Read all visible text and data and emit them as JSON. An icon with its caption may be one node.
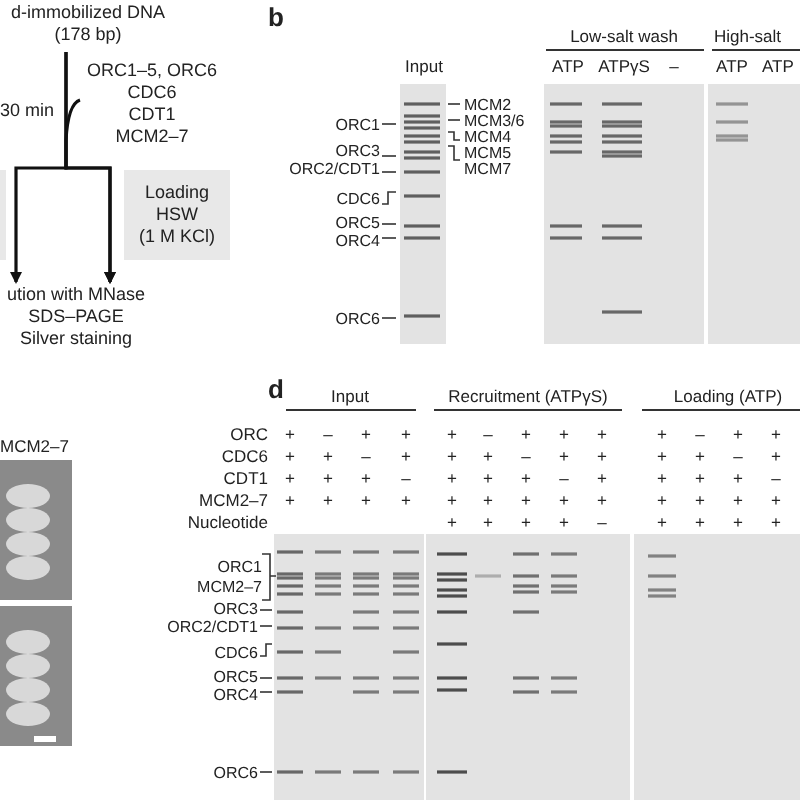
{
  "diagram": {
    "nodes": [
      {
        "text": [
          "d-immobilized DNA (178 bp)"
        ]
      },
      {
        "text": [
          "ORC1–5, ORC6 CDC6 CDT1 MCM2–7"
        ]
      },
      {
        "text": [
          "Loading HSW (1 M KCl)"
        ]
      },
      {
        "text": [
          "ution with MNase SDS–PAGE Silver staining"
        ]
      },
      {
        "text": [],
        "shape": "box"
      }
    ],
    "edges": [
      {
        "from": 0,
        "to": 3,
        "arrow": "to",
        "label": "30 min"
      },
      {
        "from": 0,
        "to": 3,
        "arrow": "to"
      },
      {
        "from": 1,
        "to": 3,
        "arrow": "to"
      }
    ],
    "labels": [
      "b",
      "Input",
      "Low-salt wash",
      "High-salt",
      "ATP",
      "ATPγS",
      "–",
      "ATP",
      "ATP",
      "MCM2",
      "MCM3/6",
      "MCM4",
      "MCM5",
      "MCM7",
      "ORC1",
      "ORC3",
      "ORC2/CDT1",
      "CDC6",
      "ORC5",
      "ORC4",
      "ORC6",
      "MCM2–7",
      "d",
      "Input",
      "Recruitment (ATPγS)",
      "Loading (ATP)",
      "ORC",
      "+",
      "–",
      "+",
      "+",
      "+",
      "–",
      "+",
      "+",
      "+",
      "+",
      "–",
      "+",
      "+",
      "CDC6",
      "+",
      "+",
      "–",
      "+",
      "+",
      "+",
      "–",
      "+",
      "+",
      "+",
      "+",
      "–",
      "+",
      "CDT1",
      "+",
      "+",
      "+",
      "–",
      "+",
      "+",
      "+",
      "–",
      "+",
      "+",
      "+",
      "+",
      "–",
      "MCM2–7",
      "+",
      "+",
      "+",
      "+",
      "+",
      "+",
      "+",
      "+",
      "+",
      "+",
      "+",
      "+",
      "+",
      "Nucleotide",
      "+",
      "+",
      "+",
      "+",
      "–",
      "+",
      "+",
      "+",
      "+",
      "ORC1",
      "MCM2–7",
      "ORC3",
      "ORC2/CDT1",
      "CDC6",
      "ORC5",
      "ORC4",
      "ORC6"
    ]
  }
}
